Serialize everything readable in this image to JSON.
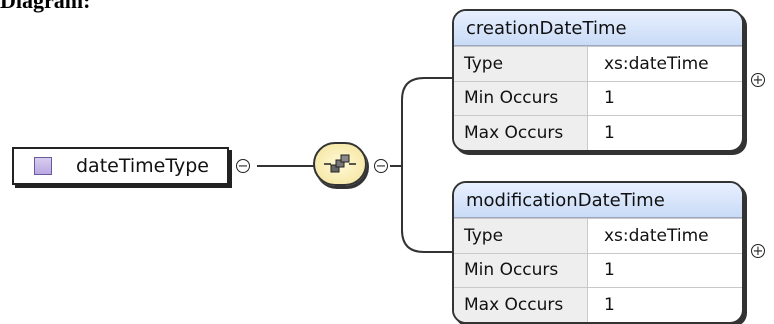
{
  "diagram": {
    "heading": "Diagram:",
    "root": {
      "name": "dateTimeType",
      "icon": "complex-type-icon"
    },
    "compositor": {
      "icon": "sequence-icon"
    },
    "elements": [
      {
        "name": "creationDateTime",
        "rows": [
          {
            "key": "Type",
            "value": "xs:dateTime"
          },
          {
            "key": "Min Occurs",
            "value": "1"
          },
          {
            "key": "Max Occurs",
            "value": "1"
          }
        ]
      },
      {
        "name": "modificationDateTime",
        "rows": [
          {
            "key": "Type",
            "value": "xs:dateTime"
          },
          {
            "key": "Min Occurs",
            "value": "1"
          },
          {
            "key": "Max Occurs",
            "value": "1"
          }
        ]
      }
    ],
    "toggles": {
      "collapse": "−",
      "expand": "+"
    }
  }
}
